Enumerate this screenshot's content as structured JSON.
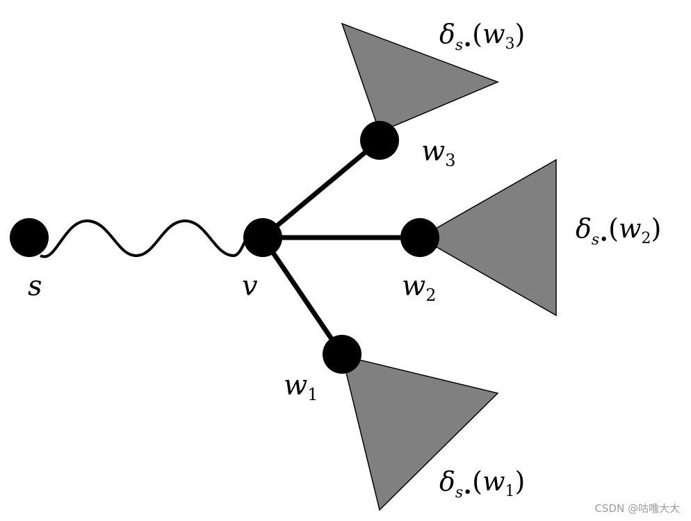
{
  "nodes": {
    "s": {
      "label": "s"
    },
    "v": {
      "label": "v"
    },
    "w1": {
      "base": "w",
      "sub": "1"
    },
    "w2": {
      "base": "w",
      "sub": "2"
    },
    "w3": {
      "base": "w",
      "sub": "3"
    }
  },
  "subtrees": {
    "w1": {
      "symbol": "δ",
      "subscript": "s•",
      "open": "(",
      "var": "w",
      "varsub": "1",
      "close": ")"
    },
    "w2": {
      "symbol": "δ",
      "subscript": "s•",
      "open": "(",
      "var": "w",
      "varsub": "2",
      "close": ")"
    },
    "w3": {
      "symbol": "δ",
      "subscript": "s•",
      "open": "(",
      "var": "w",
      "varsub": "3",
      "close": ")"
    }
  },
  "colors": {
    "node_fill": "#000000",
    "edge": "#000000",
    "subtree_fill": "#808080",
    "subtree_stroke": "#000000"
  },
  "watermark": "CSDN @咕噜大大"
}
